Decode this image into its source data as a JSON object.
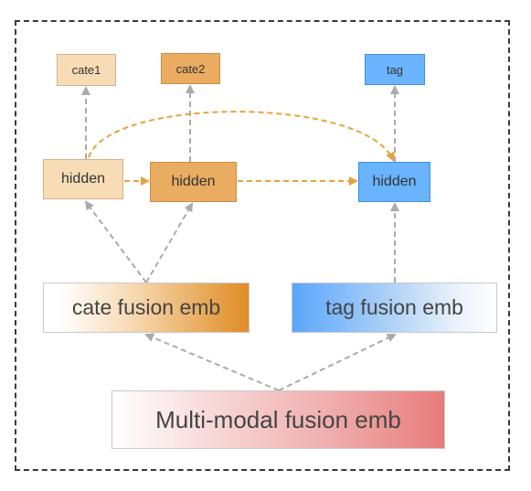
{
  "nodes": {
    "cate1": "cate1",
    "cate2": "cate2",
    "tag": "tag",
    "hidden_1": "hidden",
    "hidden_2": "hidden",
    "hidden_3": "hidden",
    "cate_fusion": "cate fusion emb",
    "tag_fusion": "tag fusion emb",
    "multimodal_fusion": "Multi-modal fusion emb"
  },
  "colors": {
    "cate_light": "#f7dcb6",
    "cate_dark": "#e9ac61",
    "cate_arrow": "#e8a23c",
    "tag_blue": "#69b4fd",
    "multimodal_red": "#e77c7c",
    "gray_arrow": "#aaaaaa",
    "frame": "#3a3a3a"
  }
}
